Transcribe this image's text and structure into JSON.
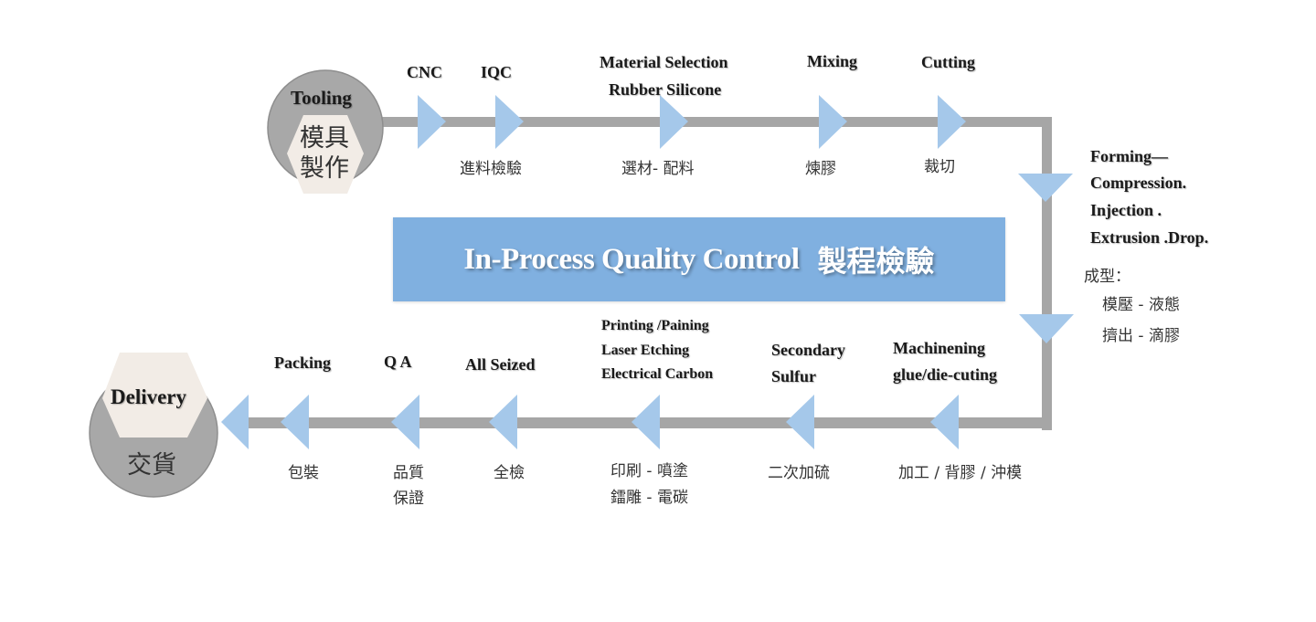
{
  "colors": {
    "line": "#a6a6a6",
    "arrow": "#a5c8ea",
    "circle": "#a8a8a8",
    "hexagon": "#f2ece6",
    "banner": "#80b0e0"
  },
  "start_node": {
    "label_en": "Tooling",
    "label_zh_line1": "模具",
    "label_zh_line2": "製作"
  },
  "end_node": {
    "label_en": "Delivery",
    "label_zh": "交貨"
  },
  "banner": {
    "title_en": "In-Process Quality Control",
    "title_zh": "製程檢驗"
  },
  "top_steps": [
    {
      "en": [
        "CNC"
      ],
      "zh": [],
      "arrow": "right-arrow-icon"
    },
    {
      "en": [
        "IQC"
      ],
      "zh": [
        "進料檢驗"
      ],
      "arrow": "right-arrow-icon"
    },
    {
      "en": [
        "Material Selection",
        "Rubber Silicone"
      ],
      "zh": [
        "選材- 配料"
      ],
      "arrow": "right-arrow-icon"
    },
    {
      "en": [
        "Mixing"
      ],
      "zh": [
        "煉膠"
      ],
      "arrow": "right-arrow-icon"
    },
    {
      "en": [
        "Cutting"
      ],
      "zh": [
        "裁切"
      ],
      "arrow": "right-arrow-icon"
    }
  ],
  "forming_step": {
    "en": [
      "Forming—",
      "Compression.",
      "Injection .",
      "Extrusion .Drop."
    ],
    "zh_title": "成型：",
    "zh": [
      "模壓 - 液態",
      "擠出 - 滴膠"
    ]
  },
  "bottom_steps": [
    {
      "en": [
        "Machinening",
        "glue/die-cuting"
      ],
      "zh": [
        "加工 / 背膠 / 沖模"
      ]
    },
    {
      "en": [
        "Secondary",
        "Sulfur"
      ],
      "zh": [
        "二次加硫"
      ]
    },
    {
      "en": [
        "Printing /Paining",
        "Laser Etching",
        "Electrical Carbon"
      ],
      "zh": [
        "印刷 - 噴塗",
        "鐳雕 - 電碳"
      ]
    },
    {
      "en": [
        "All Seized"
      ],
      "zh": [
        "全檢"
      ]
    },
    {
      "en": [
        "Q A"
      ],
      "zh": [
        "品質",
        "保證"
      ]
    },
    {
      "en": [
        "Packing"
      ],
      "zh": [
        "包裝"
      ]
    }
  ]
}
